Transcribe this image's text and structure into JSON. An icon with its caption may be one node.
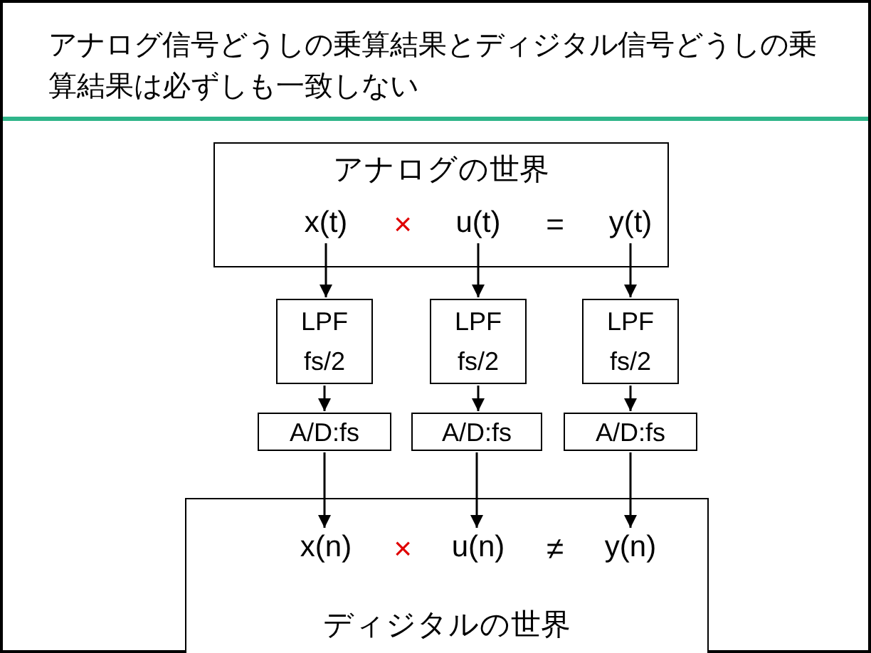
{
  "diagram": {
    "title": "アナログ信号どうしの乗算結果とディジタル信号どうしの乗算結果は必ずしも一致しない",
    "nodes": [
      {
        "text": [
          "アナログの世界"
        ]
      },
      {
        "text": [
          "x(t)"
        ],
        "in": 0
      },
      {
        "text": [
          "u(t)"
        ],
        "in": 0
      },
      {
        "text": [
          "y(t)"
        ],
        "in": 0
      },
      {
        "text": [
          "LPF fs/2"
        ]
      },
      {
        "text": [
          "LPF fs/2"
        ]
      },
      {
        "text": [
          "LPF fs/2"
        ]
      },
      {
        "text": [
          "A/D:fs"
        ]
      },
      {
        "text": [
          "A/D:fs"
        ]
      },
      {
        "text": [
          "A/D:fs"
        ]
      },
      {
        "text": [
          "ディジタルの世界"
        ]
      },
      {
        "text": [
          "x(n)"
        ],
        "in": 10
      },
      {
        "text": [
          "u(n)"
        ],
        "in": 10
      },
      {
        "text": [
          "y(n)"
        ],
        "in": 10
      }
    ],
    "edges": [
      {
        "from": 1,
        "to": 4,
        "arrow": "to"
      },
      {
        "from": 4,
        "to": 7,
        "arrow": "to"
      },
      {
        "from": 7,
        "to": 11,
        "arrow": "to"
      },
      {
        "from": 2,
        "to": 5,
        "arrow": "to"
      },
      {
        "from": 5,
        "to": 8,
        "arrow": "to"
      },
      {
        "from": 8,
        "to": 12,
        "arrow": "to"
      },
      {
        "from": 3,
        "to": 6,
        "arrow": "to"
      },
      {
        "from": 6,
        "to": 9,
        "arrow": "to"
      },
      {
        "from": 9,
        "to": 13,
        "arrow": "to"
      }
    ],
    "labels": [
      "×",
      "=",
      "×",
      "≠"
    ]
  }
}
